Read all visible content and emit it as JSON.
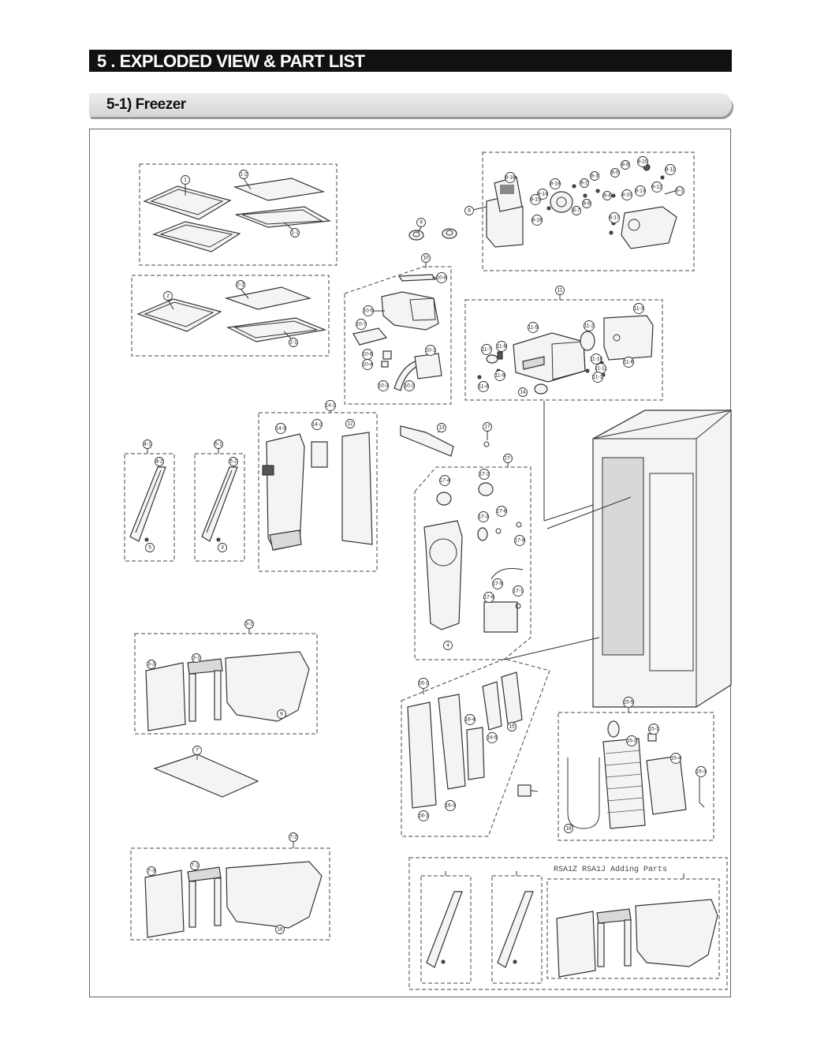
{
  "header": {
    "title": "5 . EXPLODED VIEW & PART LIST",
    "subtitle": "5-1)  Freezer"
  },
  "note": "RSA1Z RSA1J Adding Parts",
  "callouts": [
    "1",
    "1-2",
    "1-1",
    "2",
    "2-2",
    "2-1",
    "9",
    "10",
    "10-8",
    "10-5",
    "10-7",
    "10-1",
    "10-6",
    "10-4",
    "10-3",
    "10-2",
    "8",
    "8-18",
    "8-14",
    "8-19",
    "8-15",
    "8-16",
    "8-20",
    "8-3",
    "8-2",
    "8-5",
    "8-6",
    "8-7",
    "8-8",
    "8-4",
    "8-10",
    "8-13",
    "8-11",
    "8-12",
    "8-1",
    "8-17",
    "11",
    "11-3",
    "11-5",
    "11-2",
    "11-8",
    "11-7",
    "11-9",
    "11-10",
    "11-6",
    "11-11",
    "11-1",
    "11-4",
    "14",
    "14-1",
    "14-3",
    "14-2",
    "12",
    "13",
    "17",
    "17-",
    "17-4",
    "17-2",
    "17-3",
    "17-8",
    "17-9",
    "17-5",
    "17-6",
    "17-1",
    "4",
    "4-1",
    "4-2",
    "5",
    "5-1",
    "5-2",
    "3",
    "3-2",
    "3-3",
    "3-1",
    "6",
    "7",
    "7-2",
    "7-3",
    "7-1",
    "16",
    "16-1",
    "16-2",
    "16-3",
    "16-4",
    "16-5",
    "15",
    "15-5",
    "15-1",
    "15-2",
    "15-4",
    "15-3",
    "18"
  ]
}
